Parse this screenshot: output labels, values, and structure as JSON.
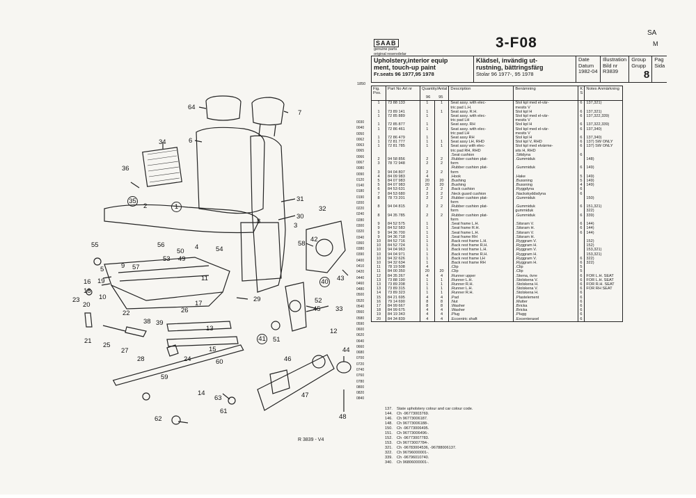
{
  "header": {
    "brand": "SAAB",
    "brand_sub1": "genuine parts",
    "brand_sub2": "original reservdelar",
    "page": "3-F08",
    "corner1": "SA",
    "corner2": "M",
    "title_en_1": "Upholstery,interior equip",
    "title_en_2": "ment, touch-up paint",
    "title_en_3": "Fr.seats 96 1977,95 1978",
    "title_sv_1": "Klädsel, invändig ut-",
    "title_sv_2": "rustning, bättringsfärg",
    "title_sv_3": "Stolar 96 1977-, 95 1978",
    "date_label": "Date",
    "date_label_sv": "Datum",
    "date": "1982-04",
    "ill_label": "Illustration",
    "ill_label_sv": "Bild nr",
    "ill": "R3839",
    "group_label": "Group",
    "group_label_sv": "Grupp",
    "group": "8",
    "pag_label": "Pag",
    "pag_label_sv": "Sida",
    "side_no": "1850"
  },
  "columns": {
    "fig": "Fig. Pos.",
    "part": "Part No Art nr",
    "qty": "Quantity/Antal",
    "q96": "96",
    "q95": "95",
    "desc": "Description",
    "ben": "Benämning",
    "ks": "K S",
    "notes": "Notes Anmärkning"
  },
  "row_numbers": [
    "0030",
    "0040",
    "0050",
    "0062",
    "0063",
    "0065",
    "0066",
    "0067",
    "0080",
    "0090",
    "0120",
    "0140",
    "0180",
    "0190",
    "0200",
    "0220",
    "0240",
    "0280",
    "0300",
    "0320",
    "0340",
    "0360",
    "0380",
    "0390",
    "0400",
    "0410",
    "0420",
    "0440",
    "0460",
    "0480",
    "0500",
    "0520",
    "0540",
    "0560",
    "0580",
    "0590",
    "0600",
    "0620",
    "0640",
    "0660",
    "0680",
    "0700",
    "0720",
    "0740",
    "0760",
    "0780",
    "0800",
    "0820",
    "0840"
  ],
  "rows": [
    {
      "fig": "1",
      "part": "73 88 133",
      "q96": "1",
      "q95": "1",
      "desc": "Seat assy. with elec-",
      "ben": "Stol kpl med el-vär-",
      "ks": "6",
      "note": "137,321)"
    },
    {
      "fig": "",
      "part": "",
      "q96": "",
      "q95": "",
      "desc": "tric pad L.H.",
      "ben": "mesits V",
      "ks": "",
      "note": ""
    },
    {
      "fig": "1",
      "part": "73 89 141",
      "q96": "1",
      "q95": "1",
      "desc": "Seat assy. R.H.",
      "ben": "Stol kpl H",
      "ks": "6",
      "note": "137,321)"
    },
    {
      "fig": "1",
      "part": "72 85 889",
      "q96": "1",
      "q95": "",
      "desc": "Seat assy. with elec-",
      "ben": "Stol kpl med el-vär-",
      "ks": "6",
      "note": "137,322,339)"
    },
    {
      "fig": "",
      "part": "",
      "q96": "",
      "q95": "",
      "desc": "tric pad LH",
      "ben": "mesits V",
      "ks": "",
      "note": ""
    },
    {
      "fig": "1",
      "part": "72 85 877",
      "q96": "1",
      "q95": "",
      "desc": "Seat assy. RH",
      "ben": "Stol kpl H",
      "ks": "6",
      "note": "137,322,339)"
    },
    {
      "fig": "1",
      "part": "72 86 461",
      "q96": "1",
      "q95": "",
      "desc": "Seat assy. with elec-",
      "ben": "Stol kpl med el-vär-",
      "ks": "6",
      "note": "137,340)"
    },
    {
      "fig": "",
      "part": "",
      "q96": "",
      "q95": "",
      "desc": "tric pad LH",
      "ben": "mesits V",
      "ks": "",
      "note": ""
    },
    {
      "fig": "1",
      "part": "72 86 479",
      "q96": "1",
      "q95": "",
      "desc": "Seat assy RH",
      "ben": "Stol kpl H",
      "ks": "6",
      "note": "137,340)"
    },
    {
      "fig": "1",
      "part": "72 81 777",
      "q96": "1",
      "q95": "1",
      "desc": "Seat assy LH, RHD",
      "ben": "Stol kpl V, RHD",
      "ks": "6",
      "note": "137) SW ONLY"
    },
    {
      "fig": "1",
      "part": "72 81 785",
      "q96": "1",
      "q95": "1",
      "desc": "Seat assy with elec-",
      "ben": "Stol kpl med elvärme-",
      "ks": "6",
      "note": "137) SW ONLY"
    },
    {
      "fig": "",
      "part": "",
      "q96": "",
      "q95": "",
      "desc": "tric pad RH, RHD",
      "ben": "sits H, RHD",
      "ks": "",
      "note": ""
    },
    {
      "fig": "",
      "part": "",
      "q96": "",
      "q95": "",
      "desc": ".Seat cushion",
      "ben": ".Sittdyna",
      "ks": "6",
      "note": ""
    },
    {
      "fig": "2",
      "part": "94 58 856",
      "q96": "2",
      "q95": "2",
      "desc": ".Rubber cushion plat-",
      "ben": ".Gummiduk",
      "ks": "",
      "note": "148)"
    },
    {
      "fig": "3",
      "part": "78 72 948",
      "q96": "2",
      "q95": "2",
      "desc": "form",
      "ben": "",
      "ks": "",
      "note": ""
    },
    {
      "fig": "",
      "part": "",
      "q96": "",
      "q95": "",
      "desc": ".Rubber cushion plat-",
      "ben": ".Gummiduk",
      "ks": "6",
      "note": "149)"
    },
    {
      "fig": "3",
      "part": "94 04 807",
      "q96": "2",
      "q95": "2",
      "desc": "form",
      "ben": "",
      "ks": "",
      "note": ""
    },
    {
      "fig": "4",
      "part": "84 09 983",
      "q96": "4",
      "q95": "",
      "desc": ".Hook",
      "ben": ".Hake",
      "ks": "5",
      "note": "149)"
    },
    {
      "fig": "5",
      "part": "84 07 983",
      "q96": "20",
      "q95": "20",
      "desc": ".Bushing",
      "ben": ".Bussning",
      "ks": "5",
      "note": "149)"
    },
    {
      "fig": "5",
      "part": "84 07 983",
      "q96": "20",
      "q95": "20",
      "desc": ".Bushing",
      "ben": ".Bussning",
      "ks": "4",
      "note": "149)"
    },
    {
      "fig": "6",
      "part": "84 53 631",
      "q96": "2",
      "q95": "2",
      "desc": ".Back cushion",
      "ben": ".Ryggdyna",
      "ks": "6",
      "note": ""
    },
    {
      "fig": "7",
      "part": "84 53 680",
      "q96": "2",
      "q95": "2",
      "desc": ".Neck guard cushion",
      "ben": ".Nackskyddsdyna",
      "ks": "6",
      "note": ""
    },
    {
      "fig": "8",
      "part": "78 73 201",
      "q96": "2",
      "q95": "2",
      "desc": ".Rubber cushion plat-",
      "ben": ".Gummiduk",
      "ks": "",
      "note": "150)"
    },
    {
      "fig": "",
      "part": "",
      "q96": "",
      "q95": "",
      "desc": "form",
      "ben": "",
      "ks": "",
      "note": ""
    },
    {
      "fig": "8",
      "part": "94 04 815",
      "q96": "2",
      "q95": "2",
      "desc": ".Rubber cushion plat-",
      "ben": ".Gummiduk",
      "ks": "6",
      "note": "151,321)"
    },
    {
      "fig": "",
      "part": "",
      "q96": "",
      "q95": "",
      "desc": "form",
      "ben": "gummiduk",
      "ks": "",
      "note": "322)"
    },
    {
      "fig": "8",
      "part": "94 35 785",
      "q96": "2",
      "q95": "2",
      "desc": ".Rubber cushion plat-",
      "ben": ".Gummiduk",
      "ks": "6",
      "note": "339)"
    },
    {
      "fig": "",
      "part": "",
      "q96": "",
      "q95": "",
      "desc": "form",
      "ben": "",
      "ks": "",
      "note": ""
    },
    {
      "fig": "9",
      "part": "84 52 575",
      "q96": "1",
      "q95": "",
      "desc": ".Seat frame L.H.",
      "ben": ".Sitsram V.",
      "ks": "6",
      "note": "144)"
    },
    {
      "fig": "9",
      "part": "84 52 583",
      "q96": "1",
      "q95": "",
      "desc": ".Seat frame R.H.",
      "ben": ".Sitsram H.",
      "ks": "6",
      "note": "144)"
    },
    {
      "fig": "9",
      "part": "94 36 700",
      "q96": "1",
      "q95": "",
      "desc": ".Seat frame L.H.",
      "ben": ".Sitsram V.",
      "ks": "6",
      "note": "144)"
    },
    {
      "fig": "9",
      "part": "94 36 718",
      "q96": "1",
      "q95": "",
      "desc": ".Seat frame RH",
      "ben": ".Sitsram H.",
      "ks": "",
      "note": ""
    },
    {
      "fig": "10",
      "part": "84 52 716",
      "q96": "1",
      "q95": "",
      "desc": ".Back rest frame L.H.",
      "ben": ".Ryggram V.",
      "ks": "",
      "note": "152)"
    },
    {
      "fig": "10",
      "part": "84 52 724",
      "q96": "1",
      "q95": "",
      "desc": ".Back rest frame R.H.",
      "ben": ".Ryggram H.",
      "ks": "",
      "note": "152)"
    },
    {
      "fig": "10",
      "part": "94 04 963",
      "q96": "1",
      "q95": "",
      "desc": ".Back rest frame L.H.",
      "ben": ".Ryggram V.",
      "ks": "",
      "note": "153,321)"
    },
    {
      "fig": "10",
      "part": "94 04 971",
      "q96": "1",
      "q95": "",
      "desc": ".Back rest frame R.H.",
      "ben": ".Ryggram H.",
      "ks": "",
      "note": "153,321)"
    },
    {
      "fig": "10",
      "part": "94 32 626",
      "q96": "1",
      "q95": "",
      "desc": ".Back rest frame LH",
      "ben": ".Ryggram V.",
      "ks": "6",
      "note": "322)"
    },
    {
      "fig": "10",
      "part": "94 32 634",
      "q96": "1",
      "q95": "",
      "desc": ".Back rest frame RH",
      "ben": ".Ryggram H.",
      "ks": "6",
      "note": "322)"
    },
    {
      "fig": "11",
      "part": "78 19 508",
      "q96": "4",
      "q95": "",
      "desc": ".Clip",
      "ben": ".Clip",
      "ks": "5",
      "note": ""
    },
    {
      "fig": "11",
      "part": "84 00 350",
      "q96": "20",
      "q95": "20",
      "desc": ".Clip",
      "ben": ".Clip",
      "ks": "5",
      "note": ""
    },
    {
      "fig": "12",
      "part": "84 35 267",
      "q96": "4",
      "q95": "4",
      "desc": ".Runner upper",
      "ben": ".Skena, övre",
      "ks": "6",
      "note": "FOR L.H. SEAT"
    },
    {
      "fig": "13",
      "part": "73 88 190",
      "q96": "1",
      "q95": "1",
      "desc": ".Runner L.H.",
      "ben": ".Stolskena V.",
      "ks": "6",
      "note": "FOR L.H. SEAT"
    },
    {
      "fig": "13",
      "part": "73 89 208",
      "q96": "1",
      "q95": "1",
      "desc": ".Runner R.H.",
      "ben": ".Stolskena H.",
      "ks": "6",
      "note": "FOR R.H. SEAT"
    },
    {
      "fig": "13",
      "part": "73 89 315",
      "q96": "1",
      "q95": "1",
      "desc": ".Runner L.H.",
      "ben": ".Stolskena V.",
      "ks": "6",
      "note": "FOR RH SEAT"
    },
    {
      "fig": "14",
      "part": "73 89 323",
      "q96": "1",
      "q95": "1",
      "desc": ".Runner R.H.",
      "ben": ".Stolskena H.",
      "ks": "6",
      "note": ""
    },
    {
      "fig": "15",
      "part": "84 21 695",
      "q96": "4",
      "q95": "4",
      "desc": ".Pad",
      "ben": ".Plastelement",
      "ks": "6",
      "note": ""
    },
    {
      "fig": "16",
      "part": "79 14 690",
      "q96": "8",
      "q95": "8",
      "desc": ".Nut",
      "ben": ".Mutter",
      "ks": "6",
      "note": ""
    },
    {
      "fig": "17",
      "part": "84 99 667",
      "q96": "8",
      "q95": "8",
      "desc": ".Washer",
      "ben": ".Bricka",
      "ks": "6",
      "note": ""
    },
    {
      "fig": "18",
      "part": "84 99 675",
      "q96": "4",
      "q95": "4",
      "desc": ".Washer",
      "ben": ".Bricka",
      "ks": "6",
      "note": ""
    },
    {
      "fig": "19",
      "part": "84 19 343",
      "q96": "4",
      "q95": "4",
      "desc": ".Plug",
      "ben": ".Plugg",
      "ks": "6",
      "note": ""
    },
    {
      "fig": "20",
      "part": "84 34 839",
      "q96": "4",
      "q95": "4",
      "desc": ".Eccentric shaft",
      "ben": ".Excenteraxel",
      "ks": "6",
      "note": ""
    }
  ],
  "footnotes": [
    {
      "n": "137.",
      "t": "State upholstery colour and car colour code."
    },
    {
      "n": "144.",
      "t": "Ch -96773003769."
    },
    {
      "n": "146.",
      "t": "Ch 96773006187."
    },
    {
      "n": "148.",
      "t": "Ch 96773006188-."
    },
    {
      "n": "150.",
      "t": "Ch -96773006495."
    },
    {
      "n": "151.",
      "t": "Ch 96773006496-."
    },
    {
      "n": "152.",
      "t": "Ch -96773007783."
    },
    {
      "n": "153.",
      "t": "Ch 96773007784-."
    },
    {
      "n": "321.",
      "t": "Ch -96783004536, -96788006137."
    },
    {
      "n": "322.",
      "t": "Ch 96796000001-."
    },
    {
      "n": "339.",
      "t": "Ch -96796010740."
    },
    {
      "n": "340.",
      "t": "Ch 96806000001-."
    }
  ],
  "diagram": {
    "drawing_no": "R 3839 - V4",
    "labels": [
      "64",
      "7",
      "6",
      "34",
      "36",
      "35",
      "2",
      "1",
      "31",
      "32",
      "30",
      "8",
      "3",
      "58",
      "42",
      "56",
      "55",
      "54",
      "57",
      "53",
      "49",
      "5",
      "9",
      "11",
      "19",
      "41",
      "43",
      "40",
      "29",
      "52",
      "16",
      "18",
      "10",
      "17",
      "26",
      "45",
      "33",
      "23",
      "20",
      "22",
      "38",
      "39",
      "13",
      "51",
      "44",
      "21",
      "25",
      "27",
      "28",
      "15",
      "24",
      "60",
      "59",
      "14",
      "12",
      "47",
      "46",
      "63",
      "61",
      "62",
      "48",
      "50",
      "4"
    ]
  }
}
